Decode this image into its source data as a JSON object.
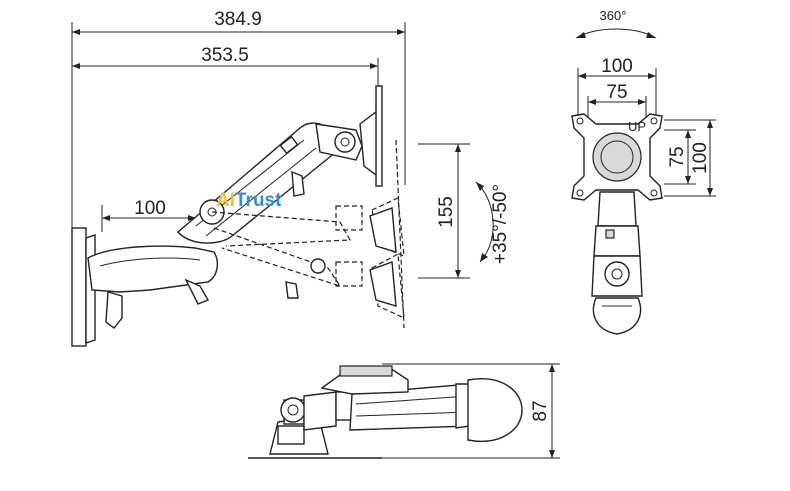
{
  "dimensions": {
    "overall_reach": "384.9",
    "arm_reach": "353.5",
    "wall_offset": "100",
    "vertical_travel": "155",
    "tilt_range": "+35°/-50°",
    "rotation": "360°",
    "vesa_outer": "100",
    "vesa_inner": "75",
    "vesa_inner_vertical": "75",
    "vesa_outer_vertical": "100",
    "height": "87"
  },
  "labels": {
    "up_marker": "UP"
  },
  "watermark": {
    "part1": "AI",
    "part2": "Trust"
  },
  "colors": {
    "line": "#222222",
    "logo_yellow": "#f2c230",
    "logo_blue": "#2f8fd6"
  }
}
